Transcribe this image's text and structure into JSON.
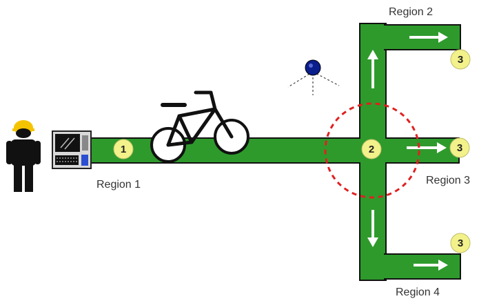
{
  "colors": {
    "road": "#2e9a2c",
    "road_outline": "#111111",
    "marker_fill": "#f3f18a",
    "detection_zone": "#e02020",
    "sensor": "#0a1e8c",
    "helmet": "#f5c400",
    "person": "#111111"
  },
  "icons": [
    "worker-icon",
    "control-terminal-icon",
    "bicycle-icon",
    "overhead-sensor-icon",
    "arrow-icon"
  ],
  "regions": {
    "region_1": "Region 1",
    "region_2": "Region 2",
    "region_3": "Region 3",
    "region_4": "Region 4"
  },
  "markers": {
    "m1": "1",
    "m2": "2",
    "m3_top": "3",
    "m3_mid": "3",
    "m3_bottom": "3"
  }
}
